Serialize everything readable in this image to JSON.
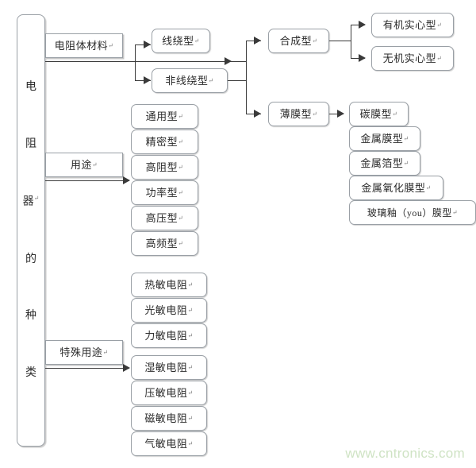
{
  "diagram": {
    "title": "电阻器的种类",
    "root": {
      "chars": [
        "电",
        "阻",
        "器",
        "的",
        "种",
        "类"
      ],
      "cr_after_index": 2
    },
    "criteria": [
      {
        "id": "material",
        "label": "电阻体材料",
        "cr": "↵"
      },
      {
        "id": "usage",
        "label": "用途",
        "cr": "↵"
      },
      {
        "id": "special",
        "label": "特殊用途",
        "cr": "↵"
      }
    ],
    "material_children": [
      {
        "id": "wirewound",
        "label": "线绕型",
        "cr": "↵"
      },
      {
        "id": "non-wirewound",
        "label": "非线绕型",
        "cr": "↵"
      }
    ],
    "non_wirewound_children": [
      {
        "id": "composite",
        "label": "合成型",
        "cr": "↵"
      },
      {
        "id": "film",
        "label": "薄膜型",
        "cr": "↵"
      }
    ],
    "composite_children": [
      {
        "id": "organic-solid",
        "label": "有机实心型",
        "cr": "↵"
      },
      {
        "id": "inorganic-solid",
        "label": "无机实心型",
        "cr": "↵"
      }
    ],
    "film_children": [
      {
        "id": "carbon-film",
        "label": "碳膜型",
        "cr": "↵"
      },
      {
        "id": "metal-film",
        "label": "金属膜型",
        "cr": "↵"
      },
      {
        "id": "metal-foil",
        "label": "金属箔型",
        "cr": "↵"
      },
      {
        "id": "metal-oxide-film",
        "label": "金属氧化膜型",
        "cr": "↵"
      },
      {
        "id": "glass-glaze-film",
        "label": "玻璃釉（you）膜型",
        "cr": "↵"
      }
    ],
    "usage_children": [
      {
        "id": "general",
        "label": "通用型",
        "cr": "↵"
      },
      {
        "id": "precision",
        "label": "精密型",
        "cr": "↵"
      },
      {
        "id": "high-res",
        "label": "高阻型",
        "cr": "↵"
      },
      {
        "id": "power",
        "label": "功率型",
        "cr": "↵"
      },
      {
        "id": "high-volt",
        "label": "高压型",
        "cr": "↵"
      },
      {
        "id": "high-freq",
        "label": "高频型",
        "cr": "↵"
      }
    ],
    "special_children": [
      {
        "id": "thermistor",
        "label": "热敏电阻",
        "cr": "↵"
      },
      {
        "id": "photoresistor",
        "label": "光敏电阻",
        "cr": "↵"
      },
      {
        "id": "force-sensit",
        "label": "力敏电阻",
        "cr": "↵"
      },
      {
        "id": "humidity",
        "label": "湿敏电阻",
        "cr": "↵"
      },
      {
        "id": "varistor",
        "label": "压敏电阻",
        "cr": "↵"
      },
      {
        "id": "magneto",
        "label": "磁敏电阻",
        "cr": "↵"
      },
      {
        "id": "gas-sensit",
        "label": "气敏电阻",
        "cr": "↵"
      }
    ]
  },
  "watermark": {
    "text": "www.cntronics.com",
    "color": "#cfe3c4"
  }
}
